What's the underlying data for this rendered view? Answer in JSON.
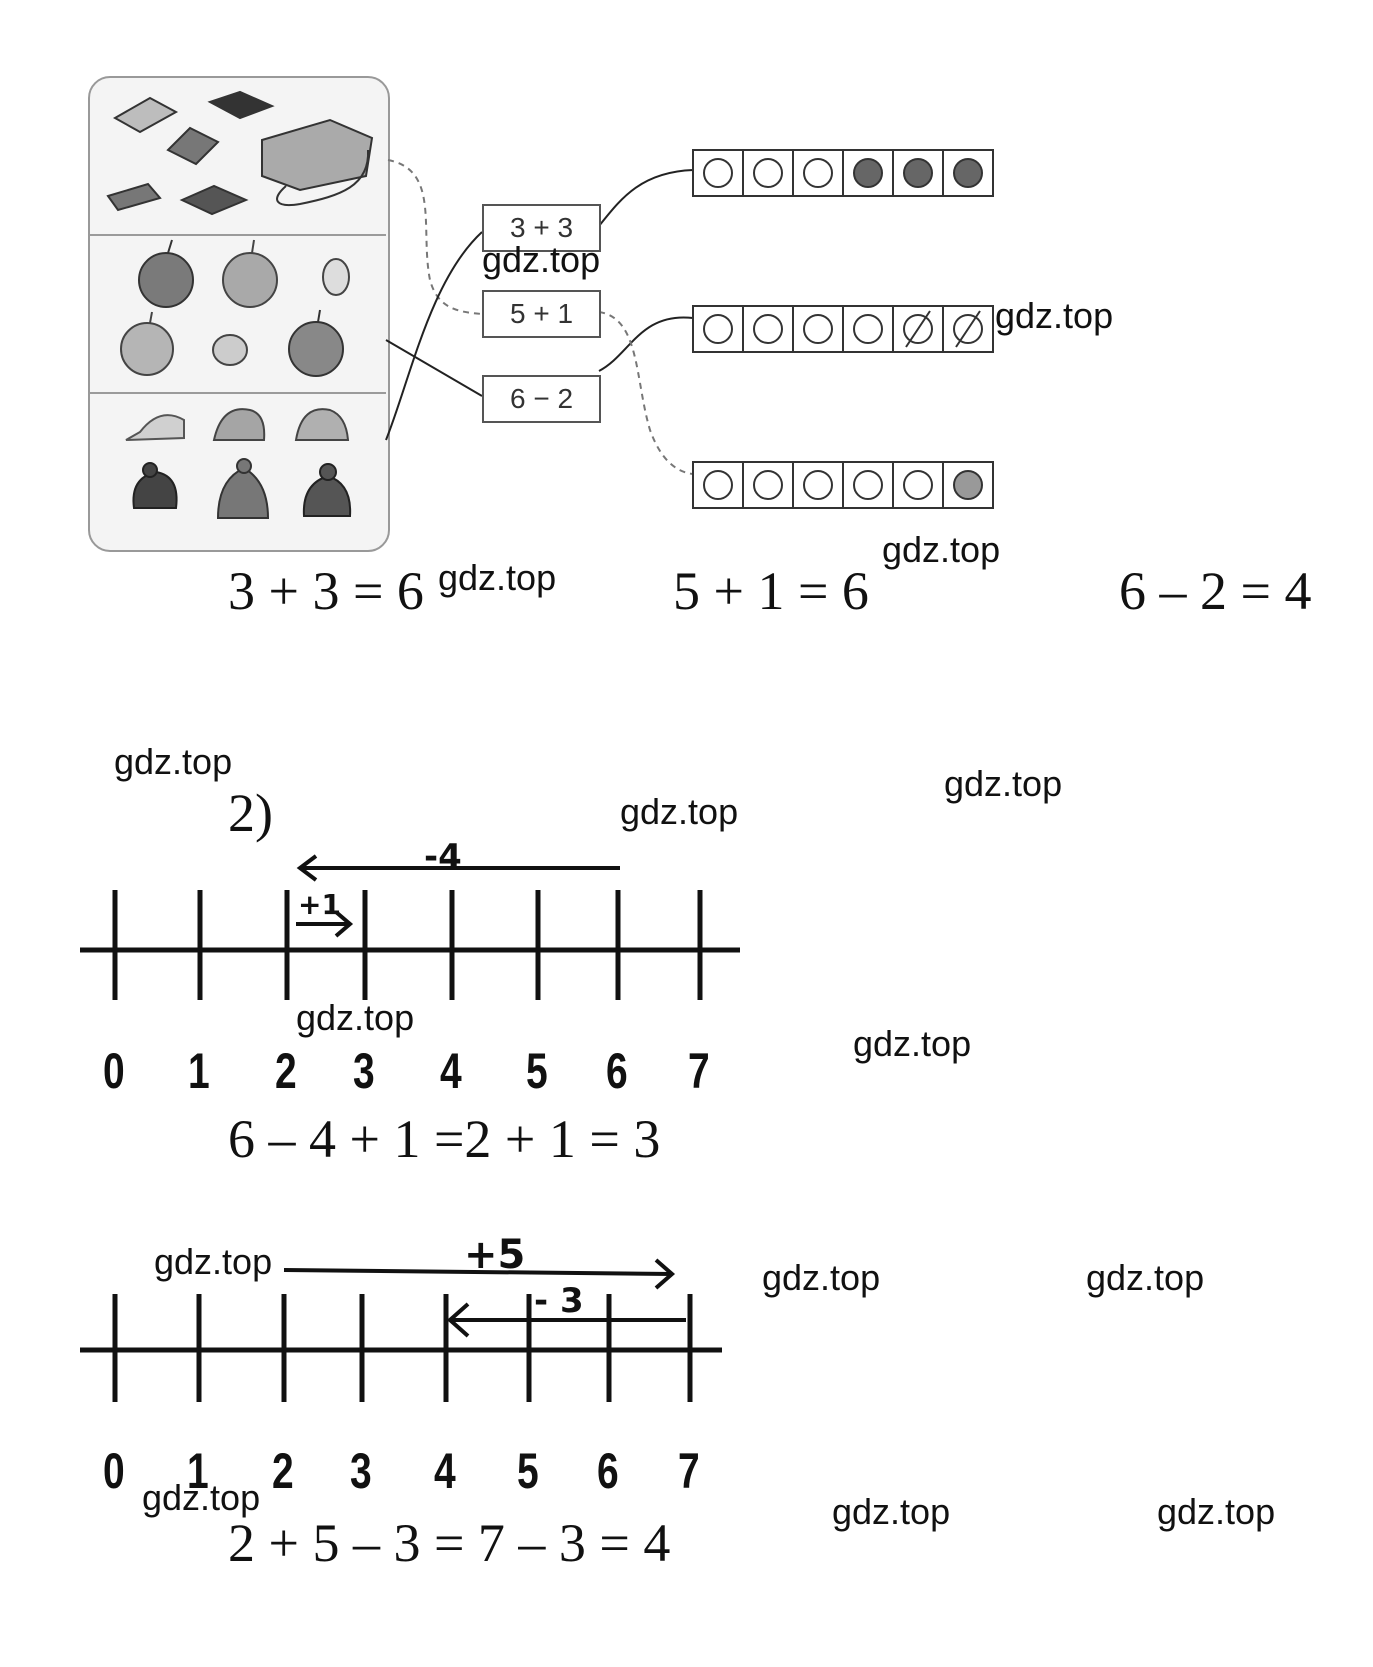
{
  "exercise1": {
    "groups": [
      {
        "name": "school-supplies",
        "icons": [
          "book-icon",
          "book-icon",
          "book-icon",
          "book-icon",
          "book-icon",
          "briefcase-icon"
        ]
      },
      {
        "name": "apples",
        "icons": [
          "apple-icon",
          "apple-icon",
          "apple-core-icon",
          "apple-icon",
          "apple-core-icon",
          "apple-icon"
        ]
      },
      {
        "name": "headwear",
        "icons": [
          "cap-icon",
          "cap-icon",
          "cap-icon",
          "knit-hat-icon",
          "knit-hat-icon",
          "knit-hat-icon"
        ]
      }
    ],
    "expressions": [
      "3 + 3",
      "5 + 1",
      "6 − 2"
    ],
    "rows": [
      {
        "cells": [
          "empty",
          "empty",
          "empty",
          "filled",
          "filled",
          "filled"
        ]
      },
      {
        "cells": [
          "empty",
          "empty",
          "empty",
          "empty",
          "crossed",
          "crossed"
        ]
      },
      {
        "cells": [
          "empty",
          "empty",
          "empty",
          "empty",
          "empty",
          "dotted"
        ]
      }
    ],
    "answers": [
      "3 + 3 = 6",
      "5 + 1 = 6",
      "6 – 2 = 4"
    ]
  },
  "exercise2": {
    "label": "2)",
    "line1": {
      "tick_labels": [
        "0",
        "1",
        "2",
        "3",
        "4",
        "5",
        "6",
        "7"
      ],
      "arrow_minus": {
        "label": "-4",
        "from": 6,
        "to": 2
      },
      "arrow_plus": {
        "label": "+1",
        "from": 2,
        "to": 3
      },
      "equation": "6 – 4 + 1 =2 + 1 = 3"
    },
    "line2": {
      "tick_labels": [
        "0",
        "1",
        "2",
        "3",
        "4",
        "5",
        "6",
        "7"
      ],
      "arrow_plus": {
        "label": "+5",
        "from": 2,
        "to": 7
      },
      "arrow_minus": {
        "label": "- 3",
        "from": 7,
        "to": 4
      },
      "equation": "2 + 5 – 3 = 7 – 3 = 4"
    }
  },
  "watermark": "gdz.top"
}
